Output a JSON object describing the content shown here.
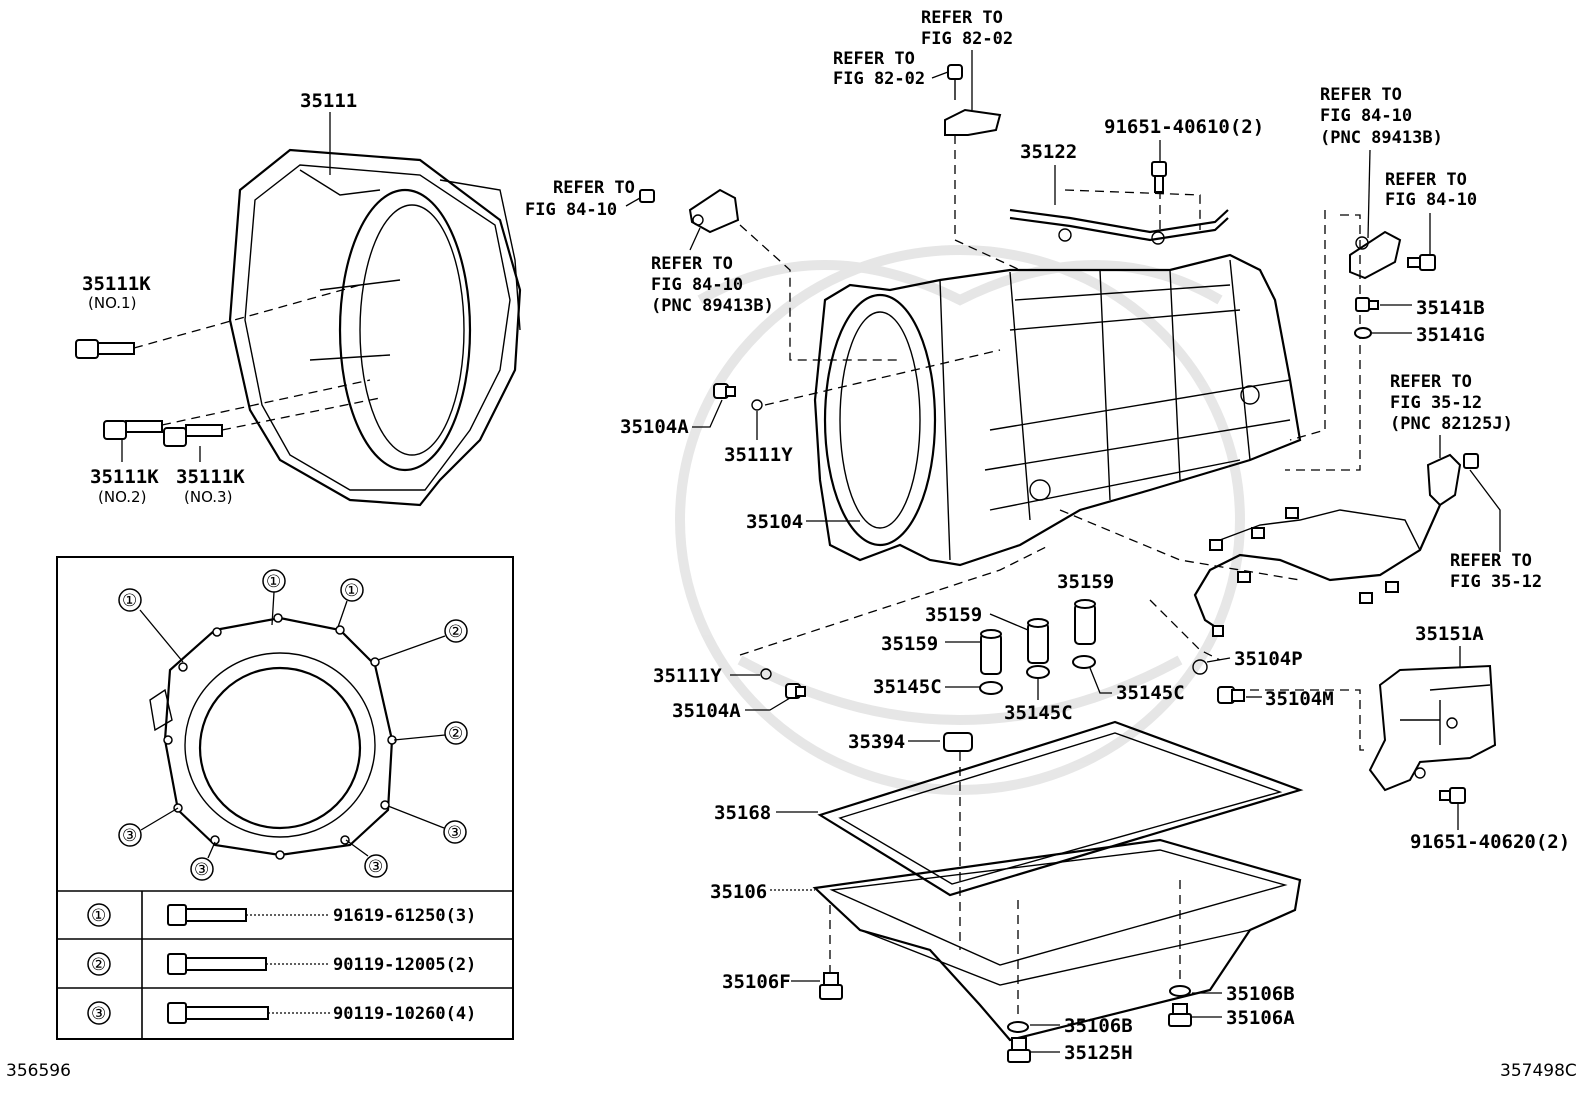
{
  "parts": {
    "p35111": "35111",
    "p35111k": "35111K",
    "p35111k_no1": "(NO.1)",
    "p35111k_no2": "(NO.2)",
    "p35111k_no3": "(NO.3)",
    "p35104a": "35104A",
    "p35111y": "35111Y",
    "p35104": "35104",
    "p35122": "35122",
    "p91651_40610": "91651-40610(2)",
    "p35141b": "35141B",
    "p35141g": "35141G",
    "p35159": "35159",
    "p35145c": "35145C",
    "p35104p": "35104P",
    "p35104m": "35104M",
    "p35151a": "35151A",
    "p91651_40620": "91651-40620(2)",
    "p35394": "35394",
    "p35168": "35168",
    "p35106": "35106",
    "p35106f": "35106F",
    "p35106b": "35106B",
    "p35106a": "35106A",
    "p35125h": "35125H"
  },
  "refs": {
    "refer_to": "REFER TO",
    "fig_82_02": "FIG 82-02",
    "fig_84_10": "FIG 84-10",
    "fig_35_12": "FIG 35-12",
    "pnc_89413b": "(PNC 89413B)",
    "pnc_82125j": "(PNC 82125J)"
  },
  "inset": {
    "markers": {
      "one": "①",
      "two": "②",
      "three": "③"
    },
    "rows": [
      {
        "marker": "①",
        "part": "91619-61250(3)"
      },
      {
        "marker": "②",
        "part": "90119-12005(2)"
      },
      {
        "marker": "③",
        "part": "90119-10260(4)"
      }
    ]
  },
  "footer": {
    "left_code": "356596",
    "right_code": "357498C"
  }
}
